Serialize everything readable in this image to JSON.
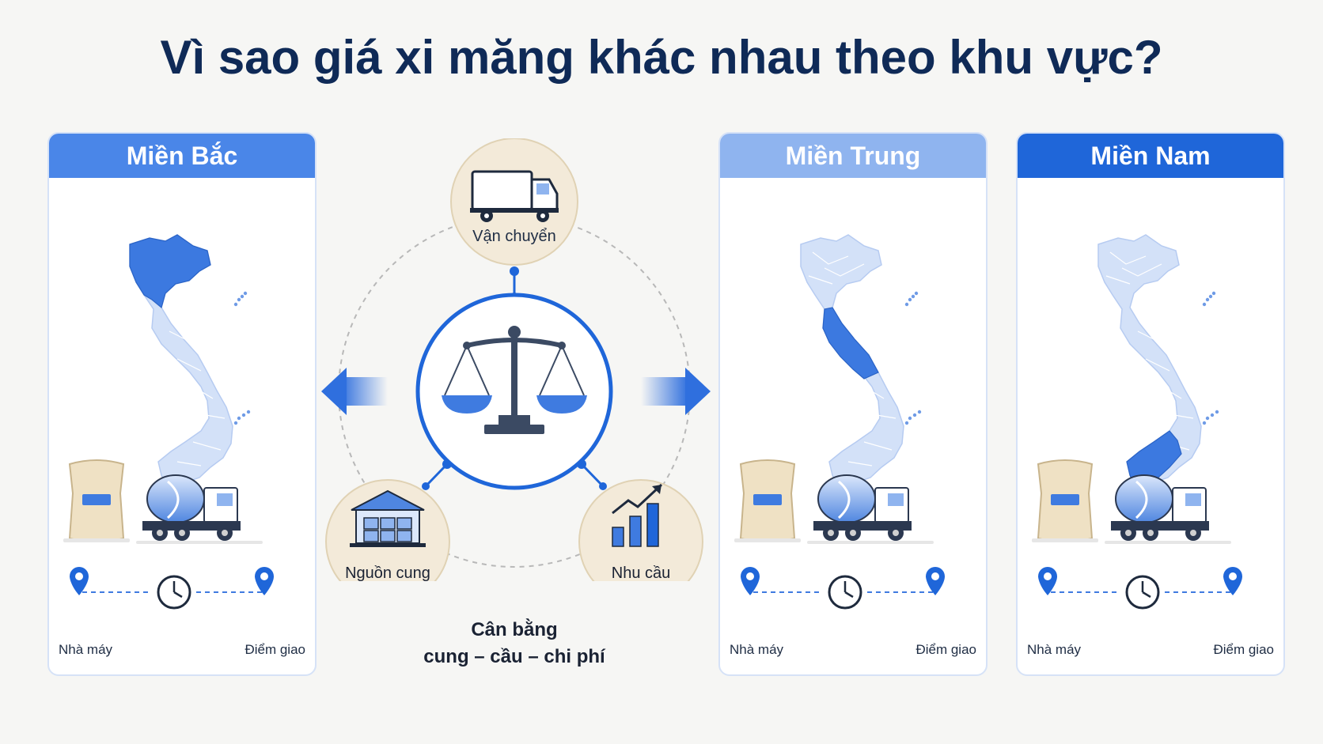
{
  "title": "Vì sao giá xi măng khác nhau theo khu vực?",
  "regions": [
    {
      "name": "Miền Bắc",
      "header_color": "#4a86e8",
      "highlight": "north",
      "from_label": "Nhà máy",
      "to_label": "Điểm giao"
    },
    {
      "name": "Miền Trung",
      "header_color": "#8fb4ef",
      "highlight": "central",
      "from_label": "Nhà máy",
      "to_label": "Điểm giao"
    },
    {
      "name": "Miền Nam",
      "header_color": "#1f66d9",
      "highlight": "south",
      "from_label": "Nhà máy",
      "to_label": "Điểm giao"
    }
  ],
  "factors": {
    "transport": "Vận chuyển",
    "supply": "Nguồn cung",
    "demand": "Nhu cầu"
  },
  "balance": {
    "line1": "Cân bằng",
    "line2": "cung – cầu – chi phí"
  },
  "colors": {
    "title": "#0f2a57",
    "accent": "#1f66d9",
    "factor_circle": "#f3ead9",
    "map_light": "#d3e1f8",
    "map_highlight": "#3c79e0"
  },
  "icons": [
    "truck-icon",
    "scale-icon",
    "warehouse-icon",
    "growth-chart-icon",
    "cement-bag-icon",
    "mixer-truck-icon",
    "location-pin-icon",
    "clock-icon",
    "arrow-left-icon",
    "arrow-right-icon"
  ]
}
